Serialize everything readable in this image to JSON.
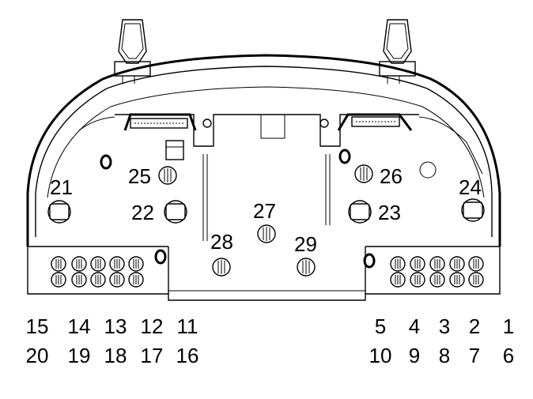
{
  "callouts": [
    "21",
    "22",
    "23",
    "24",
    "25",
    "26",
    "27",
    "28",
    "29"
  ],
  "pins": {
    "left_top": [
      "15",
      "14",
      "13",
      "12",
      "11"
    ],
    "left_bottom": [
      "20",
      "19",
      "18",
      "17",
      "16"
    ],
    "right_top": [
      "5",
      "4",
      "3",
      "2",
      "1"
    ],
    "right_bottom": [
      "10",
      "9",
      "8",
      "7",
      "6"
    ]
  }
}
